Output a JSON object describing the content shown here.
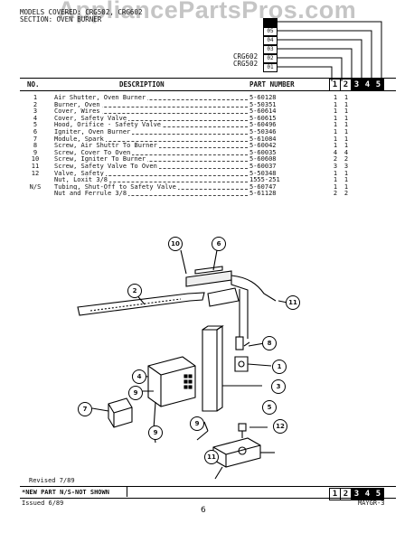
{
  "watermark": "AppliancePartsPros.com",
  "header": {
    "models_covered": "MODELS COVERED: CRG502, CRG602",
    "section": "SECTION: OVEN BURNER",
    "model_labels": [
      "CRG602",
      "CRG502"
    ],
    "code_boxes": [
      "05",
      "04",
      "03",
      "02",
      "01"
    ]
  },
  "columns": {
    "no": "NO.",
    "description": "DESCRIPTION",
    "part_number": "PART NUMBER",
    "qty_cols": [
      "1",
      "2",
      "3",
      "4",
      "5"
    ]
  },
  "parts": [
    {
      "no": "1",
      "desc": "Air Shutter, Oven Burner",
      "part": "5-60128",
      "q1": "1",
      "q2": "1"
    },
    {
      "no": "2",
      "desc": "Burner, Oven",
      "part": "5-50351",
      "q1": "1",
      "q2": "1"
    },
    {
      "no": "3",
      "desc": "Cover, Wires",
      "part": "5-60614",
      "q1": "1",
      "q2": "1"
    },
    {
      "no": "4",
      "desc": "Cover, Safety Valve",
      "part": "5-60615",
      "q1": "1",
      "q2": "1"
    },
    {
      "no": "5",
      "desc": "Hood, Orifice - Safety Valve",
      "part": "5-60496",
      "q1": "1",
      "q2": "1"
    },
    {
      "no": "6",
      "desc": "Igniter, Oven Burner",
      "part": "5-50346",
      "q1": "1",
      "q2": "1"
    },
    {
      "no": "7",
      "desc": "Module, Spark",
      "part": "5-61084",
      "q1": "1",
      "q2": "1"
    },
    {
      "no": "8",
      "desc": "Screw, Air Shuttr To Burner",
      "part": "5-60042",
      "q1": "1",
      "q2": "1"
    },
    {
      "no": "9",
      "desc": "Screw, Cover To Oven",
      "part": "5-60035",
      "q1": "4",
      "q2": "4"
    },
    {
      "no": "10",
      "desc": "Screw, Igniter To Burner",
      "part": "5-60608",
      "q1": "2",
      "q2": "2"
    },
    {
      "no": "11",
      "desc": "Screw, Safety Valve To Oven",
      "part": "5-60037",
      "q1": "3",
      "q2": "3"
    },
    {
      "no": "12",
      "desc": "Valve, Safety",
      "part": "5-50348",
      "q1": "1",
      "q2": "1"
    },
    {
      "no": "",
      "desc": "Nut, Loxit 3/8",
      "part": "1555-251",
      "q1": "1",
      "q2": "1"
    },
    {
      "no": "N/S",
      "desc": "Tubing, Shut-Off to Safety Valve",
      "part": "5-60747",
      "q1": "1",
      "q2": "1"
    },
    {
      "no": "",
      "desc": "Nut and Ferrule 3/8",
      "part": "5-61128",
      "q1": "2",
      "q2": "2"
    }
  ],
  "callouts": [
    "10",
    "6",
    "2",
    "11",
    "8",
    "1",
    "4",
    "9",
    "3",
    "7",
    "5",
    "12",
    "9",
    "9",
    "11"
  ],
  "footer": {
    "revised": "Revised 7/89",
    "legend": "*NEW PART  N/S-NOT SHOWN",
    "issued": "Issued 6/89",
    "page": "6",
    "doc_code": "MAYGR-3",
    "qty_cols": [
      "1",
      "2",
      "3",
      "4",
      "5"
    ]
  }
}
